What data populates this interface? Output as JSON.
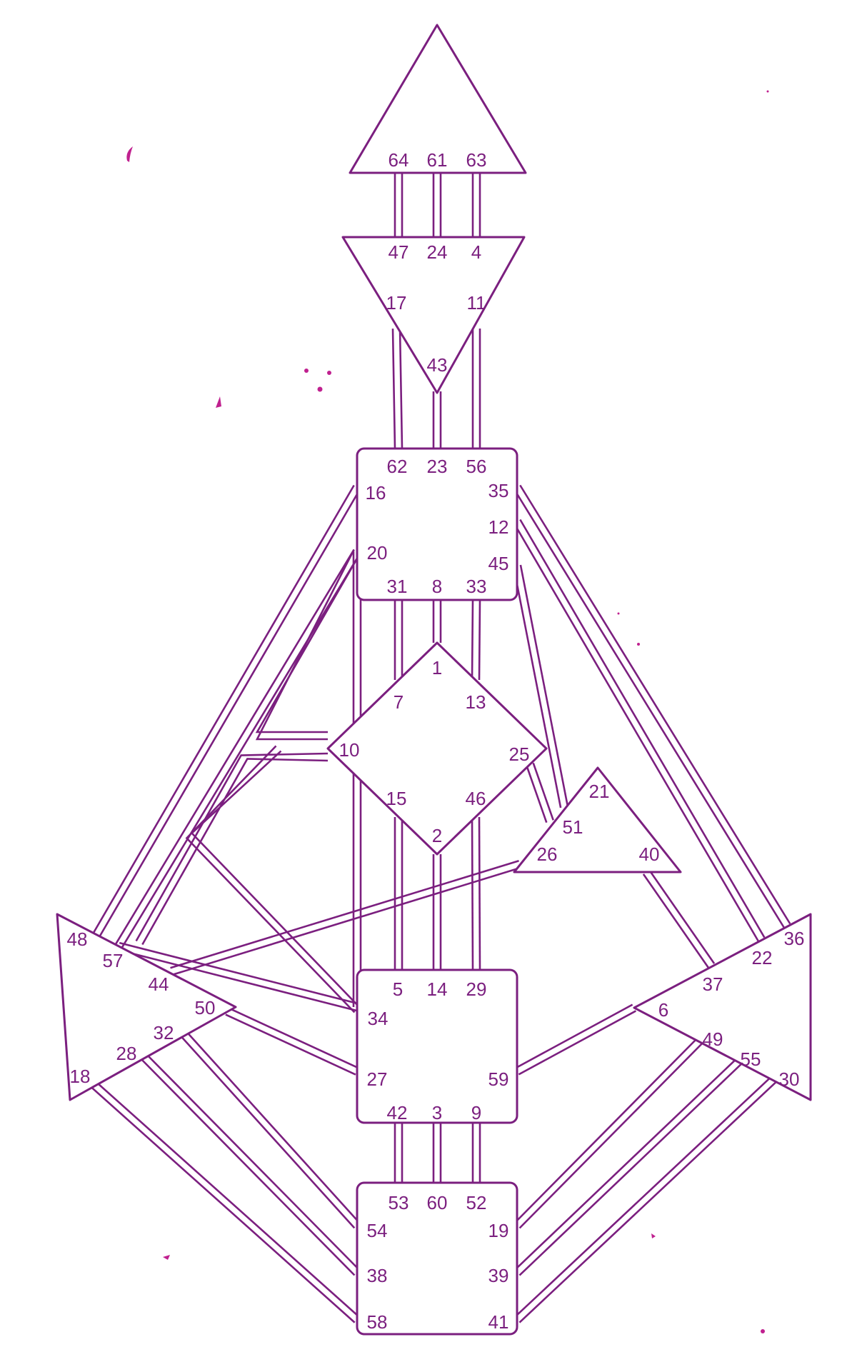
{
  "colors": {
    "accent": "#7b1f7f",
    "accent2": "#c0208f",
    "background": "#ffffff"
  },
  "centers": [
    {
      "name": "head",
      "gates": [
        "64",
        "61",
        "63"
      ]
    },
    {
      "name": "ajna",
      "gates": [
        "47",
        "24",
        "4",
        "17",
        "11",
        "43"
      ]
    },
    {
      "name": "throat",
      "gates": [
        "62",
        "23",
        "56",
        "16",
        "35",
        "12",
        "20",
        "45",
        "31",
        "8",
        "33"
      ]
    },
    {
      "name": "g",
      "gates": [
        "1",
        "7",
        "13",
        "10",
        "25",
        "15",
        "46",
        "2"
      ]
    },
    {
      "name": "heart",
      "gates": [
        "21",
        "51",
        "26",
        "40"
      ]
    },
    {
      "name": "spleen",
      "gates": [
        "48",
        "57",
        "44",
        "50",
        "32",
        "28",
        "18"
      ]
    },
    {
      "name": "sacral",
      "gates": [
        "5",
        "14",
        "29",
        "34",
        "27",
        "59",
        "42",
        "3",
        "9"
      ]
    },
    {
      "name": "solar-plexus",
      "gates": [
        "36",
        "22",
        "37",
        "6",
        "49",
        "55",
        "30"
      ]
    },
    {
      "name": "root",
      "gates": [
        "53",
        "60",
        "52",
        "54",
        "19",
        "38",
        "39",
        "58",
        "41"
      ]
    }
  ],
  "channels": [
    [
      "64",
      "47"
    ],
    [
      "61",
      "24"
    ],
    [
      "63",
      "4"
    ],
    [
      "17",
      "62"
    ],
    [
      "43",
      "23"
    ],
    [
      "11",
      "56"
    ],
    [
      "31",
      "7"
    ],
    [
      "8",
      "1"
    ],
    [
      "33",
      "13"
    ],
    [
      "15",
      "5"
    ],
    [
      "2",
      "14"
    ],
    [
      "46",
      "29"
    ],
    [
      "42",
      "53"
    ],
    [
      "3",
      "60"
    ],
    [
      "9",
      "52"
    ],
    [
      "16",
      "48"
    ],
    [
      "20",
      "57"
    ],
    [
      "20",
      "34"
    ],
    [
      "20",
      "10"
    ],
    [
      "35",
      "36"
    ],
    [
      "12",
      "22"
    ],
    [
      "45",
      "21"
    ],
    [
      "10",
      "57"
    ],
    [
      "10",
      "34"
    ],
    [
      "25",
      "51"
    ],
    [
      "26",
      "44"
    ],
    [
      "40",
      "37"
    ],
    [
      "50",
      "27"
    ],
    [
      "59",
      "6"
    ],
    [
      "57",
      "34"
    ],
    [
      "32",
      "54"
    ],
    [
      "28",
      "38"
    ],
    [
      "18",
      "58"
    ],
    [
      "49",
      "19"
    ],
    [
      "55",
      "39"
    ],
    [
      "30",
      "41"
    ]
  ]
}
